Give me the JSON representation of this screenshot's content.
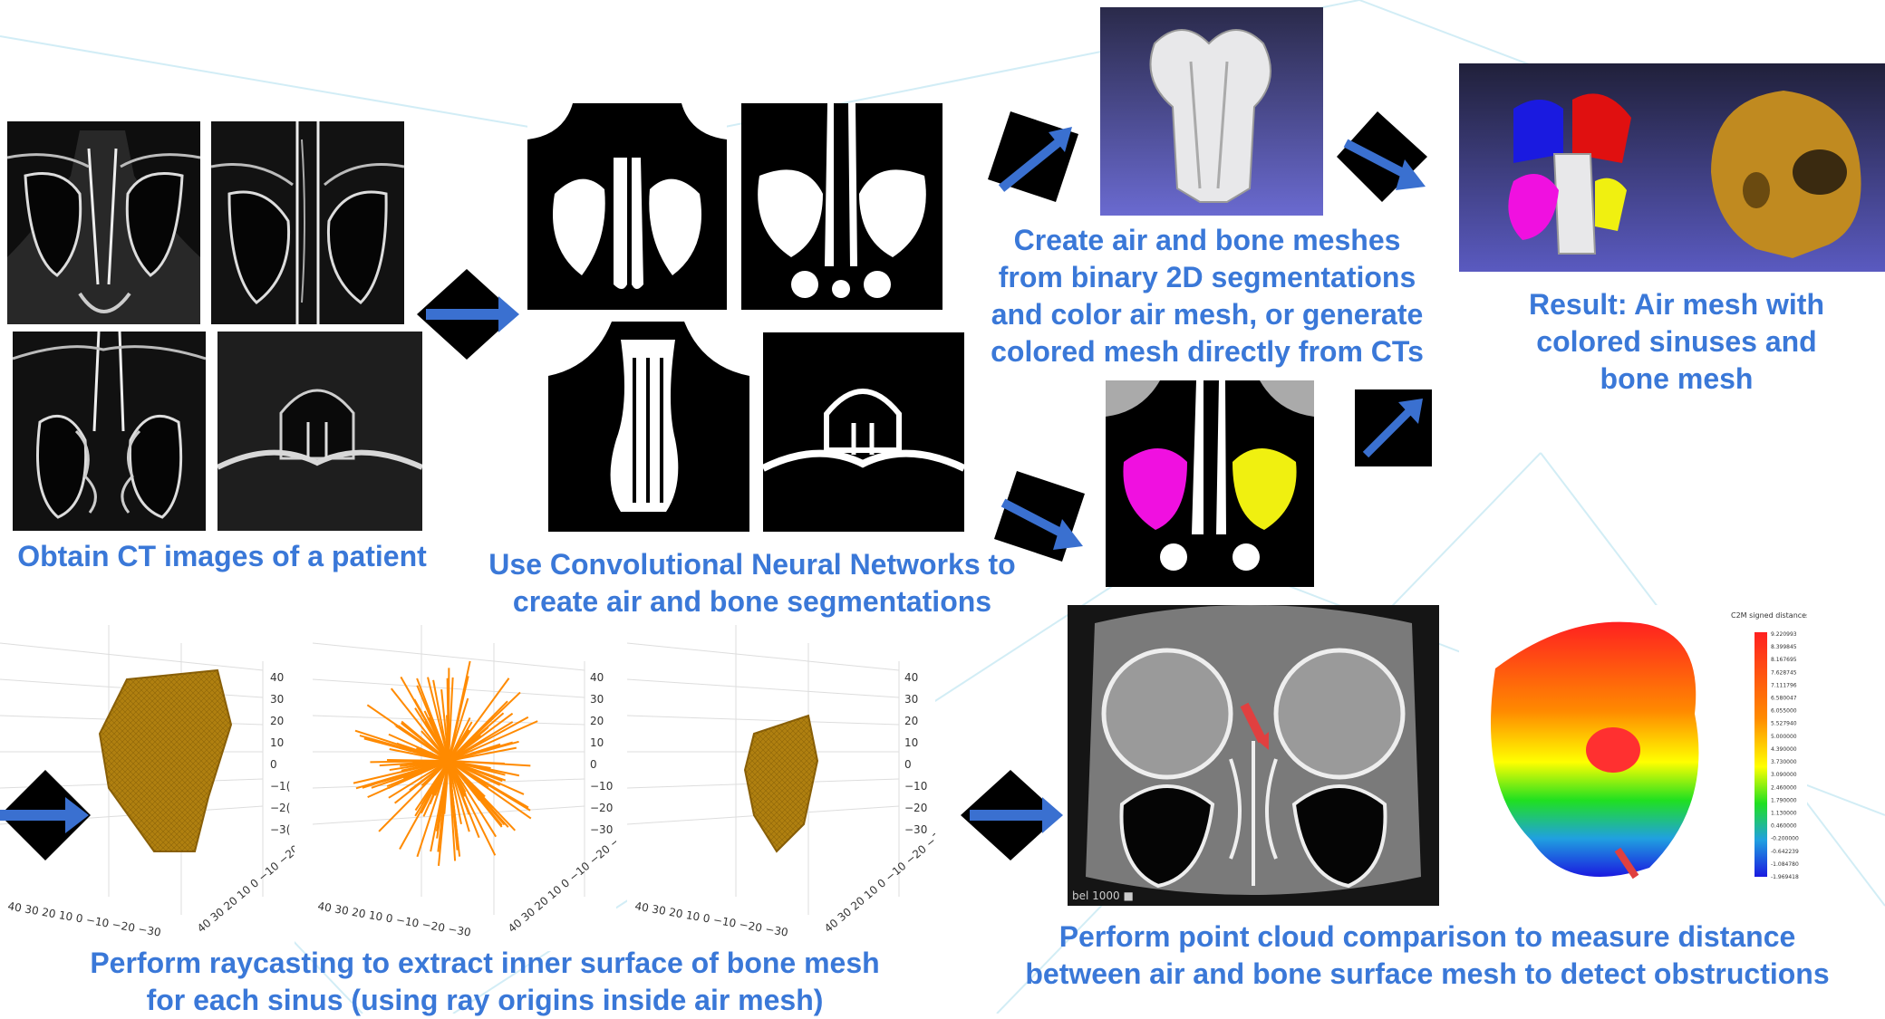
{
  "captions": {
    "ct": "Obtain CT images of a patient",
    "cnn_line1": "Use Convolutional Neural Networks to",
    "cnn_line2": "create air and bone segmentations",
    "mesh_line1": "Create air and bone meshes",
    "mesh_line2": "from binary 2D segmentations",
    "mesh_line3": "and color air mesh, or generate",
    "mesh_line4": "colored mesh directly from CTs",
    "result_line1": "Result: Air mesh with",
    "result_line2": "colored sinuses and",
    "result_line3": "bone mesh",
    "ray_line1": "Perform raycasting to extract inner surface of bone mesh",
    "ray_line2": "for each sinus (using ray origins inside air mesh)",
    "cmp_line1": "Perform point cloud comparison to measure distance",
    "cmp_line2": "between air and bone surface mesh to detect obstructions"
  },
  "plot_ticks": {
    "z": [
      "40",
      "30",
      "20",
      "10",
      "0",
      "−10",
      "−20",
      "−30"
    ],
    "z_cut": [
      "40",
      "30",
      "20",
      "10",
      "0",
      "−1(",
      "−2(",
      "−3("
    ],
    "x": "40  30  20  10   0  −10 −20 −30",
    "y": "40 30 20 10 0 −10 −20 −30"
  },
  "colorbar": {
    "title": "C2M signed distances",
    "ticks": [
      "9.220993",
      "8.399845",
      "8.167695",
      "7.628745",
      "7.111796",
      "6.580047",
      "6.055000",
      "5.527940",
      "5.000000",
      "4.390000",
      "3.730000",
      "3.090000",
      "2.460000",
      "1.790000",
      "1.130000",
      "0.460000",
      "-0.200000",
      "-0.642239",
      "-1.084780",
      "-1.969418"
    ]
  },
  "ct_label": "bel 1000 ■",
  "colors": {
    "caption": "#3a78d8",
    "arrow": "#3a70d0",
    "sinus_blue": "#1a1ae0",
    "sinus_red": "#e01010",
    "sinus_magenta": "#f010e0",
    "sinus_yellow": "#f0f010",
    "bone": "#c08a20",
    "rays": "#ff8a00",
    "mesh_bg": "#5a5ac0"
  }
}
